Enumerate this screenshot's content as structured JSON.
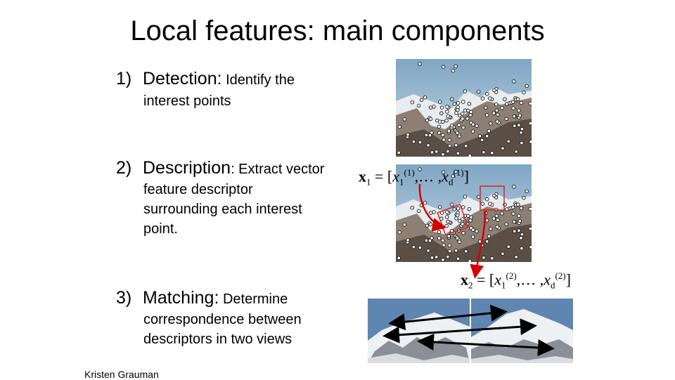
{
  "slide": {
    "title": "Local features: main components",
    "credit": "Kristen Grauman"
  },
  "items": [
    {
      "number": "1)",
      "term": "Detection:",
      "rest": " Identify the",
      "sub": [
        "interest points"
      ]
    },
    {
      "number": "2)",
      "term": "Description",
      "rest": ": Extract vector",
      "sub": [
        "feature descriptor",
        "surrounding each interest",
        "point."
      ]
    },
    {
      "number": "3)",
      "term": "Matching:",
      "rest": " Determine",
      "sub": [
        "correspondence between",
        "descriptors in two views"
      ]
    }
  ],
  "formulas": {
    "x1": {
      "vec": "x",
      "vec_sub": "1",
      "eq": " = [",
      "c1": "x",
      "c1_sub": "1",
      "c1_sup": "(1)",
      "mid": ",… ,",
      "c2": "x",
      "c2_sub": "d",
      "c2_sup": "(1)",
      "end": "]"
    },
    "x2": {
      "vec": "x",
      "vec_sub": "2",
      "eq": " = [",
      "c1": "x",
      "c1_sub": "1",
      "c1_sup": "(2)",
      "mid": ",… ,",
      "c2": "x",
      "c2_sub": "d",
      "c2_sup": "(2)",
      "end": "]"
    }
  },
  "colors": {
    "arrow_red": "#d40000",
    "box_red": "#e02020",
    "match_line": "#000000"
  }
}
